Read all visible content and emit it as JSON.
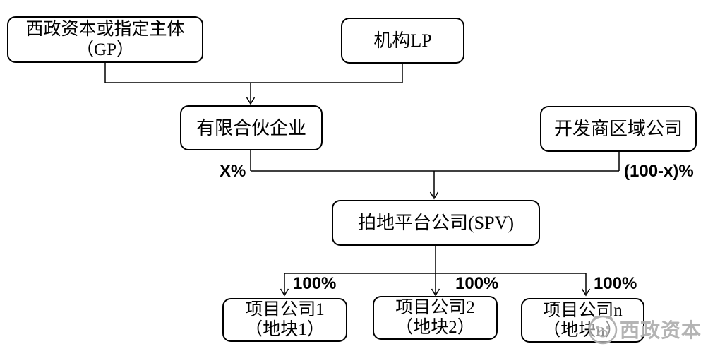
{
  "diagram": {
    "type": "flowchart",
    "nodes": {
      "gp": {
        "line1": "西政资本或指定主体",
        "line2": "（GP）"
      },
      "lp": {
        "label": "机构LP"
      },
      "partnership": {
        "label": "有限合伙企业"
      },
      "developer": {
        "label": "开发商区域公司"
      },
      "spv": {
        "label": "拍地平台公司(SPV)"
      },
      "project1": {
        "line1": "项目公司1",
        "line2": "（地块1）"
      },
      "project2": {
        "line1": "项目公司2",
        "line2": "（地块2）"
      },
      "project_n": {
        "line1": "项目公司n",
        "line2": "（地块n）"
      }
    },
    "edge_labels": {
      "partnership_share": "X%",
      "developer_share": "(100-x)%",
      "project1_share": "100%",
      "project2_share": "100%",
      "project_n_share": "100%"
    },
    "edges": [
      {
        "from": "gp",
        "to": "partnership"
      },
      {
        "from": "lp",
        "to": "partnership"
      },
      {
        "from": "partnership",
        "to": "spv",
        "label": "X%"
      },
      {
        "from": "developer",
        "to": "spv",
        "label": "(100-x)%"
      },
      {
        "from": "spv",
        "to": "project1",
        "label": "100%"
      },
      {
        "from": "spv",
        "to": "project2",
        "label": "100%"
      },
      {
        "from": "spv",
        "to": "project_n",
        "label": "100%"
      }
    ],
    "colors": {
      "line": "#000000",
      "box_border": "#000000",
      "background": "#ffffff",
      "watermark": "#b0b0b0"
    },
    "watermark": {
      "text": "西政资本"
    }
  }
}
